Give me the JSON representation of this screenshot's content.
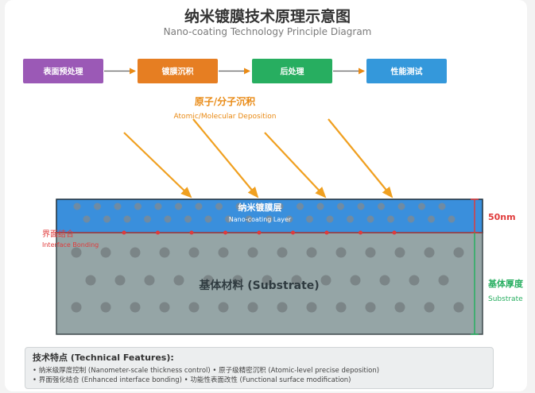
{
  "header": {
    "title": "纳米镀膜技术原理示意图",
    "subtitle": "Nano-coating Technology Principle Diagram"
  },
  "process": {
    "steps": [
      {
        "label": "表面预处理",
        "color": "#9b59b6"
      },
      {
        "label": "镀膜沉积",
        "color": "#e67e22"
      },
      {
        "label": "后处理",
        "color": "#27ae60"
      },
      {
        "label": "性能测试",
        "color": "#3498db"
      }
    ],
    "arrow_color": "#e98a15"
  },
  "deposition": {
    "label": "原子/分子沉积",
    "sublabel": "Atomic/Molecular Deposition",
    "arrow_color": "#f0a020",
    "arrow_count": 4
  },
  "coating": {
    "label": "纳米镀膜层",
    "sublabel": "Nano-coating Layer",
    "color": "#3a8fdc",
    "particle_color": "#6f8ba3",
    "thickness_label": "50nm",
    "thickness_color": "#e03b3b"
  },
  "interface": {
    "label": "界面结合",
    "sublabel": "Interface Bonding",
    "color": "#e03b3b"
  },
  "substrate": {
    "label": "基体材料 (Substrate)",
    "color": "#95a5a6",
    "particle_color": "#7b8587",
    "thickness_label": "基体厚度",
    "thickness_sublabel": "Substrate",
    "thickness_color": "#27ae60"
  },
  "features": {
    "title": "技术特点 (Technical Features):",
    "lines": [
      "• 纳米级厚度控制 (Nanometer-scale thickness control) • 原子级精密沉积 (Atomic-level precise deposition)",
      "• 界面强化结合 (Enhanced interface bonding) • 功能性表面改性 (Functional surface modification)"
    ]
  }
}
